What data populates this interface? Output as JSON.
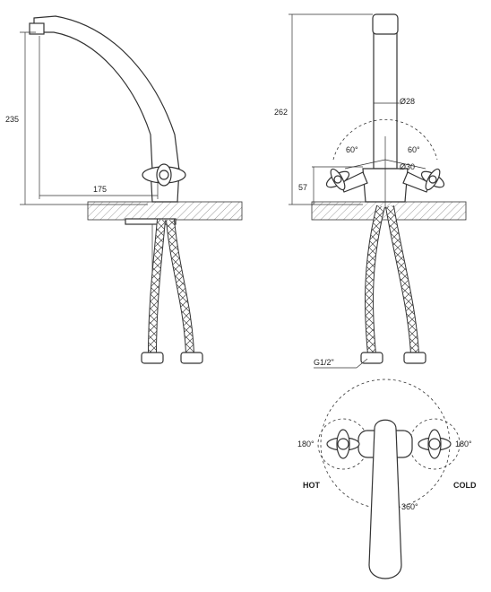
{
  "dimensions": {
    "side_height": "235",
    "side_reach": "175",
    "front_height": "262",
    "spout_diameter": "Ø28",
    "body_diameter": "Ø30",
    "handle_angle_left": "60°",
    "handle_angle_right": "60°",
    "handle_height": "57",
    "thread": "G1/2\"",
    "handle_rotation_left": "180°",
    "handle_rotation_right": "180°",
    "spout_rotation": "360°"
  },
  "labels": {
    "hot": "HOT",
    "cold": "COLD"
  }
}
